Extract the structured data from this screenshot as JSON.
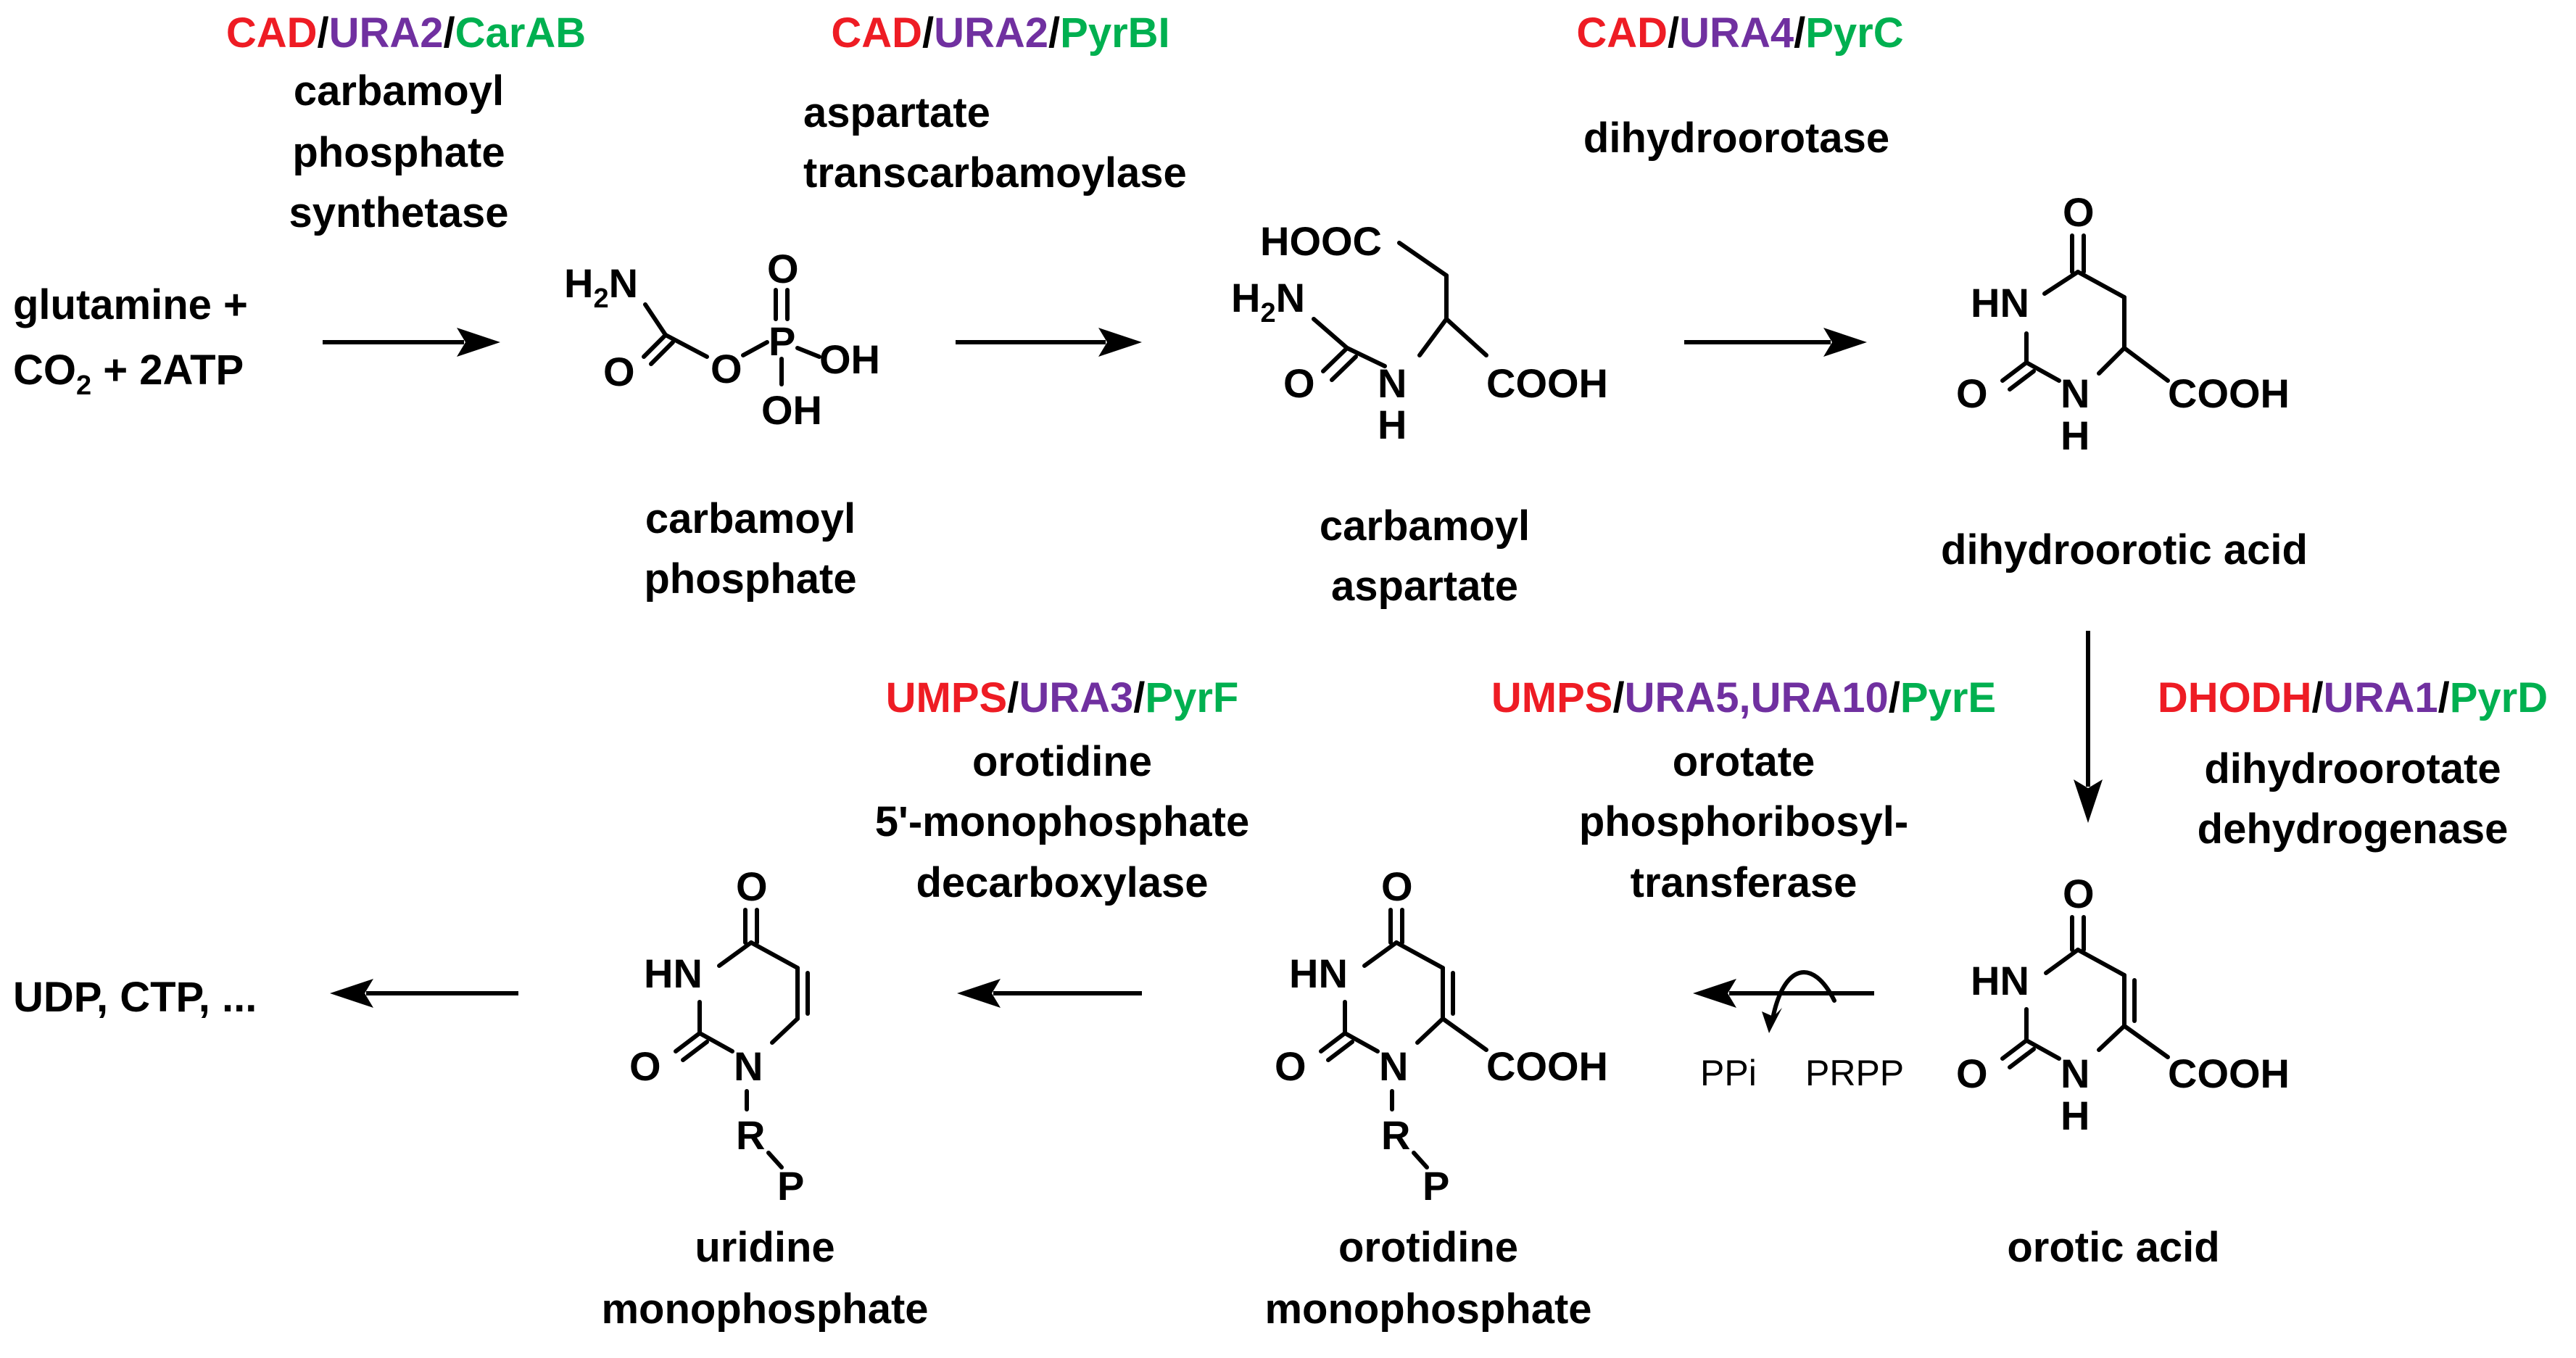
{
  "colors": {
    "human": "#ee1c24",
    "yeast": "#7030a0",
    "bacteria": "#00b050",
    "text": "#000000"
  },
  "steps": [
    {
      "human": "CAD",
      "yeast": "URA2",
      "bacteria": "CarAB",
      "enzyme": [
        "carbamoyl",
        "phosphate",
        "synthetase"
      ]
    },
    {
      "human": "CAD",
      "yeast": "URA2",
      "bacteria": "PyrBI",
      "enzyme": [
        "aspartate",
        "transcarbamoylase"
      ]
    },
    {
      "human": "CAD",
      "yeast": "URA4",
      "bacteria": "PyrC",
      "enzyme": [
        "dihydroorotase"
      ]
    },
    {
      "human": "DHODH",
      "yeast": "URA1",
      "bacteria": "PyrD",
      "enzyme": [
        "dihydroorotate",
        "dehydrogenase"
      ]
    },
    {
      "human": "UMPS",
      "yeast": "URA5,URA10",
      "bacteria": "PyrE",
      "enzyme": [
        "orotate",
        "phosphoribosyl-",
        "transferase"
      ]
    },
    {
      "human": "UMPS",
      "yeast": "URA3",
      "bacteria": "PyrF",
      "enzyme": [
        "orotidine",
        "5'-monophosphate",
        "decarboxylase"
      ]
    }
  ],
  "separator": "/",
  "substrates": {
    "line1": "glutamine +",
    "co": "CO",
    "co_sub": "2",
    "rest": " + 2ATP"
  },
  "compounds": {
    "carbamoyl_phosphate": [
      "carbamoyl",
      "phosphate"
    ],
    "carbamoyl_aspartate": [
      "carbamoyl",
      "aspartate"
    ],
    "dihydroorotic_acid": [
      "dihydroorotic acid"
    ],
    "orotic_acid": [
      "orotic acid"
    ],
    "orotidine_monophosphate": [
      "orotidine",
      "monophosphate"
    ],
    "uridine_monophosphate": [
      "uridine",
      "monophosphate"
    ]
  },
  "cofactors": {
    "ppi": "PPi",
    "prpp": "PRPP"
  },
  "products": "UDP,  CTP, ...",
  "atoms": {
    "h2n": "H",
    "h2n_sub": "2",
    "h2n_n": "N",
    "o": "O",
    "p": "P",
    "oh": "OH",
    "hooc": "HOOC",
    "cooh": "COOH",
    "nh_h": "H",
    "n": "N",
    "hn": "HN",
    "r": "R"
  }
}
